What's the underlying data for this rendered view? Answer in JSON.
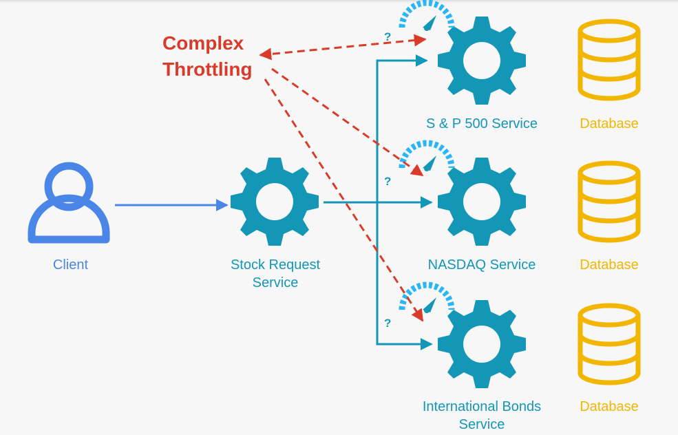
{
  "labels": {
    "client": "Client",
    "stock_request": [
      "Stock Request",
      "Service"
    ],
    "throttling": [
      "Complex",
      "Throttling"
    ],
    "services": [
      [
        "S & P 500 Service"
      ],
      [
        "NASDAQ Service"
      ],
      [
        "International Bonds",
        "Service"
      ]
    ],
    "database": "Database",
    "question_mark": "?"
  },
  "colors": {
    "service_teal": "#1496b7",
    "client_blue": "#4a86e8",
    "database_gold": "#f3b600",
    "throttling_red": "#d93b2b",
    "gauge_blue": "#29b6f6"
  },
  "icons": {
    "client": "person-icon",
    "service": "gear-icon",
    "database": "database-icon",
    "rate_limit": "gauge-icon"
  }
}
